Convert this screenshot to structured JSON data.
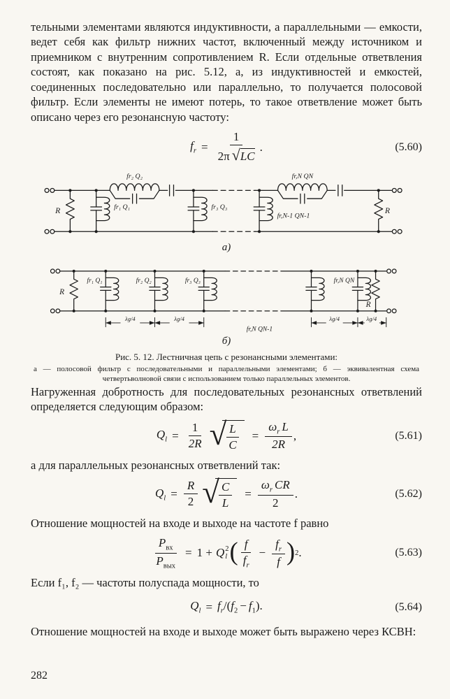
{
  "page": {
    "number": "282"
  },
  "paragraphs": {
    "p1": "тельными элементами являются индуктивности, а параллельными — емкости, ведет себя как фильтр нижних частот, включенный между источником и приемником с внутренним сопротивлением R. Если отдельные ответвления состоят, как показано на рис. 5.12, а, из индуктивностей и емкостей, соединенных последовательно или параллельно, то получается полосовой фильтр. Если элементы не имеют потерь, то такое ответвление может быть описано через его резонансную частоту:",
    "p2": "Нагруженная добротность для последовательных резонансных ответвлений определяется следующим образом:",
    "p3": "а для параллельных резонансных ответвлений так:",
    "p4": "Отношение мощностей на входе и выходе на частоте f равно",
    "p5": "Если f₁, f₂ — частоты полуспада мощности, то",
    "p6": "Отношение мощностей на входе и выходе может быть выражено через КСВН:"
  },
  "figure": {
    "label_a": "а)",
    "label_b": "б)",
    "caption_title": "Рис. 5. 12. Лестничная цепь с резонансными элементами:",
    "caption_body": "а — полосовой фильтр с последовательными и параллельными элементами; б — эквивалентная схема четвертьволновой связи с использованием только параллельных элементов.",
    "a": {
      "r_left": "R",
      "r_right": "R",
      "series_tank_1": "fr₂ Q₂",
      "shunt_tank_1": "fr₁ Q₁",
      "shunt_tank_2": "fr₃ Q₃",
      "series_tank_2": "fr,N QN",
      "shunt_tank_3": "fr,N-1 QN-1"
    },
    "b": {
      "r_left": "R",
      "r_right": "R",
      "tank_1": "fr₁ Q₁",
      "tank_2": "fr₂ Q₂",
      "tank_3": "fr₃ Q₃",
      "tank_n": "fr,N QN",
      "tank_mid": "fr,N QN-1",
      "quarter_wave": "λg/4"
    }
  },
  "equations": {
    "e560": {
      "lhs": "f",
      "lhs_sub": "r",
      "rel": "=",
      "num": "1",
      "den_coef": "2π",
      "root": "√",
      "radicand": "LC",
      "end": ".",
      "number": "(5.60)"
    },
    "e561": {
      "lhs": "Q",
      "lhs_sub": "l",
      "rel": "=",
      "f1n": "1",
      "f1d": "2R",
      "root": "√",
      "rad_top": "L",
      "rad_bot": "C",
      "rel2": "=",
      "f2na": "ω",
      "f2na_sub": "r",
      "f2nb": "L",
      "f2d": "2R",
      "end": ",",
      "number": "(5.61)"
    },
    "e562": {
      "lhs": "Q",
      "lhs_sub": "l",
      "rel": "=",
      "f1n": "R",
      "f1d": "2",
      "root": "√",
      "rad_top": "C",
      "rad_bot": "L",
      "rel2": "=",
      "f2na": "ω",
      "f2na_sub": "r",
      "f2nb": "CR",
      "f2d": "2",
      "end": ".",
      "number": "(5.62)"
    },
    "e563": {
      "fn": "P",
      "fn_sub": "вх",
      "fd": "P",
      "fd_sub": "вых",
      "rel": "=",
      "one": "1 +",
      "q": "Q",
      "q_sup": "2",
      "q_sub": "l",
      "lp": "(",
      "t1n": "f",
      "t1d": "f",
      "t1d_sub": "r",
      "minus": "−",
      "t2n": "f",
      "t2n_sub": "r",
      "t2d": "f",
      "rp": ")",
      "osup": "2",
      "end": ".",
      "number": "(5.63)"
    },
    "e564": {
      "lhs": "Q",
      "lhs_sub": "l",
      "rel": "=",
      "num": "f",
      "num_sub": "r",
      "open": "/(",
      "b": "f",
      "b_sub": "2",
      "minus": "−",
      "c": "f",
      "c_sub": "1",
      "close": ").",
      "number": "(5.64)"
    }
  }
}
